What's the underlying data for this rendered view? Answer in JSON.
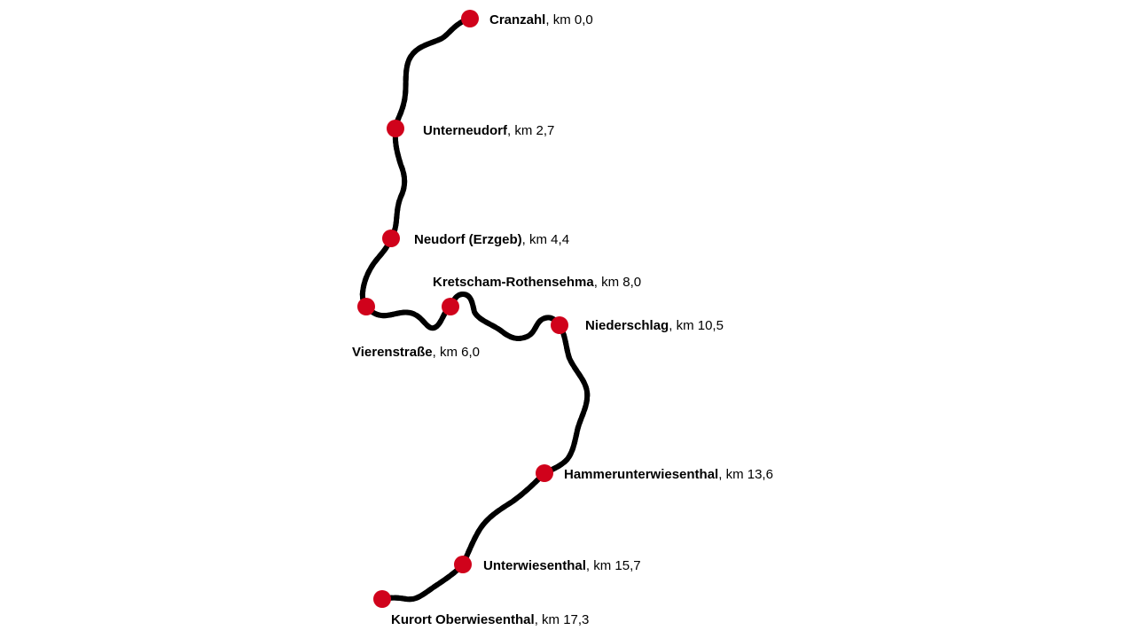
{
  "colors": {
    "background": "#ffffff",
    "track": "#000000",
    "track_ties": "#ffffff",
    "station_marker": "#d0021b",
    "label_text": "#000000"
  },
  "stations": [
    {
      "id": "cranzahl",
      "name": "Cranzahl",
      "km": "km 0,0"
    },
    {
      "id": "unterneudorf",
      "name": "Unterneudorf",
      "km": "km 2,7"
    },
    {
      "id": "neudorf",
      "name": "Neudorf (Erzgeb)",
      "km": "km 4,4"
    },
    {
      "id": "vierenstrasse",
      "name": "Vierenstraße",
      "km": "km 6,0"
    },
    {
      "id": "kretscham",
      "name": "Kretscham-Rothensehma",
      "km": "km 8,0"
    },
    {
      "id": "niederschlag",
      "name": "Niederschlag",
      "km": "km 10,5"
    },
    {
      "id": "hammerunterwiesenthal",
      "name": "Hammerunterwiesenthal",
      "km": "km 13,6"
    },
    {
      "id": "unterwiesenthal",
      "name": "Unterwiesenthal",
      "km": "km 15,7"
    },
    {
      "id": "oberwiesenthal",
      "name": "Kurort Oberwiesenthal",
      "km": "km 17,3"
    }
  ]
}
